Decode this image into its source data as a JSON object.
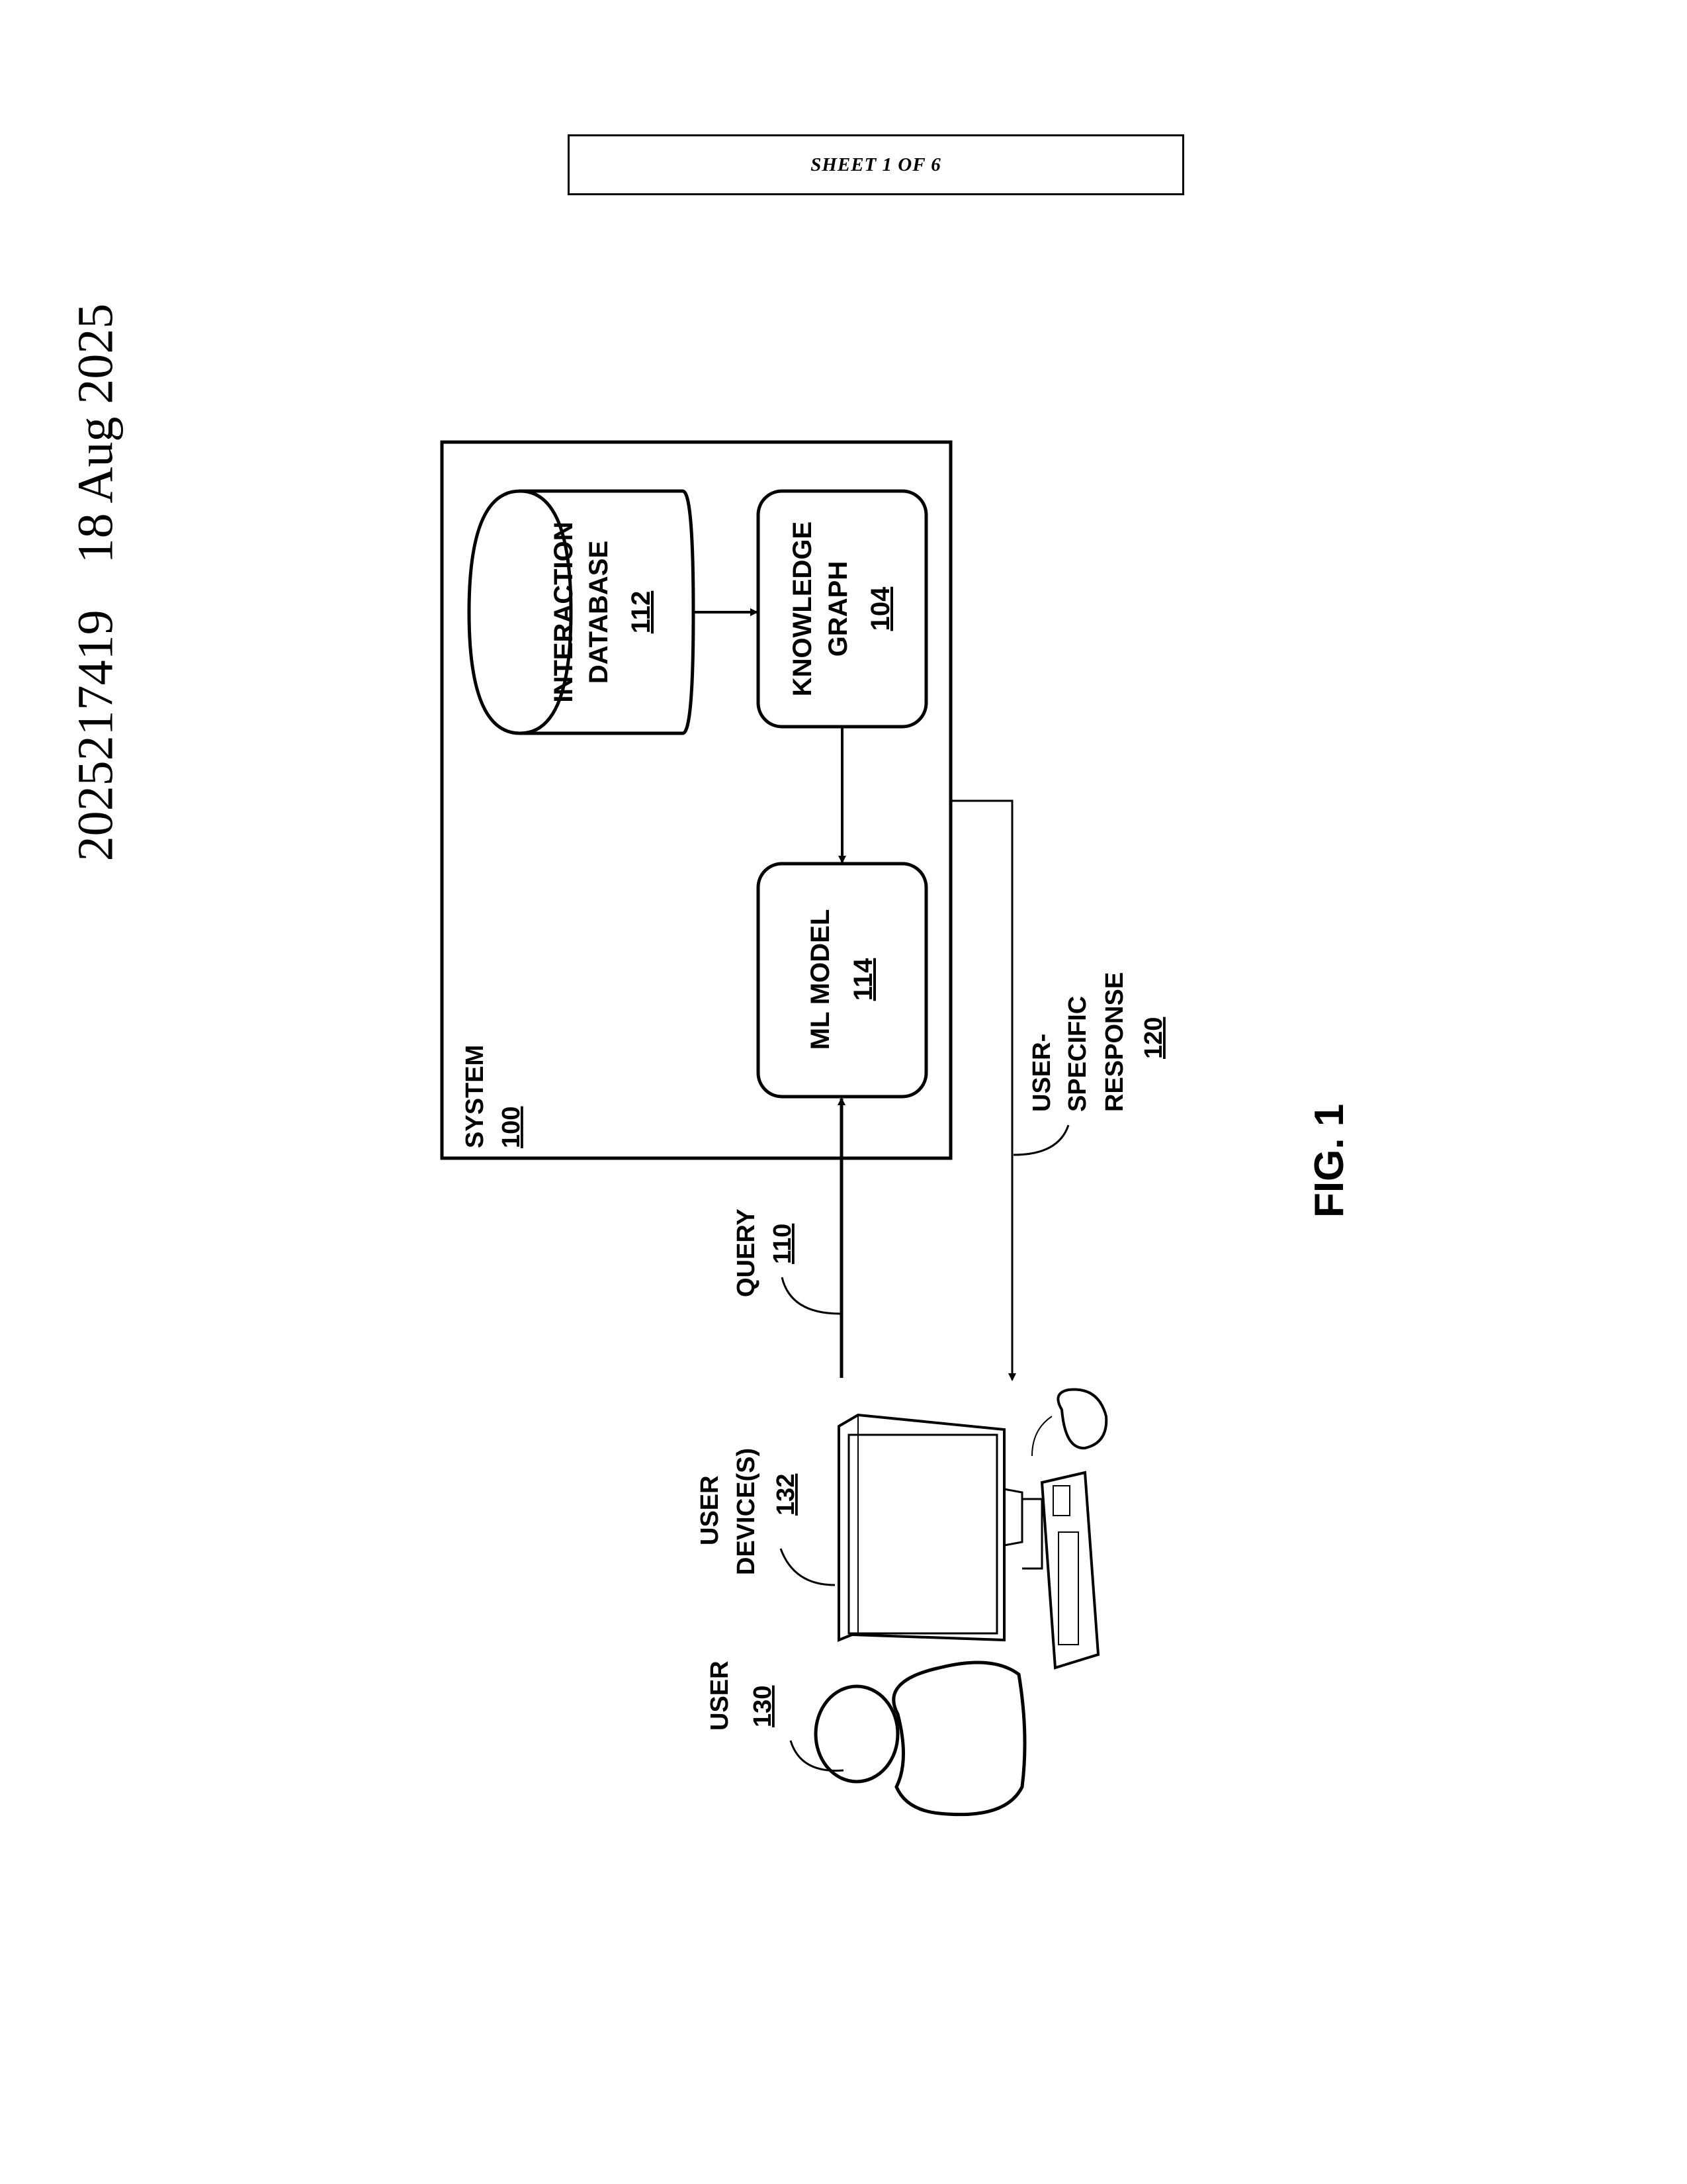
{
  "header": {
    "publication_number": "2025217419",
    "date": "18 Aug 2025",
    "sheet": "SHEET  1 OF 6"
  },
  "figure": {
    "system": {
      "label": "SYSTEM",
      "ref": "100"
    },
    "interaction_database": {
      "line1": "INTERACTION",
      "line2": "DATABASE",
      "ref": "112"
    },
    "knowledge_graph": {
      "line1": "KNOWLEDGE",
      "line2": "GRAPH",
      "ref": "104"
    },
    "ml_model": {
      "label": "ML MODEL",
      "ref": "114"
    },
    "query": {
      "label": "QUERY",
      "ref": "110"
    },
    "response": {
      "line1": "USER-",
      "line2": "SPECIFIC",
      "line3": "RESPONSE",
      "ref": "120"
    },
    "user_devices": {
      "line1": "USER",
      "line2": "DEVICE(S)",
      "ref": "132"
    },
    "user": {
      "label": "USER",
      "ref": "130"
    },
    "caption": "FIG. 1"
  }
}
